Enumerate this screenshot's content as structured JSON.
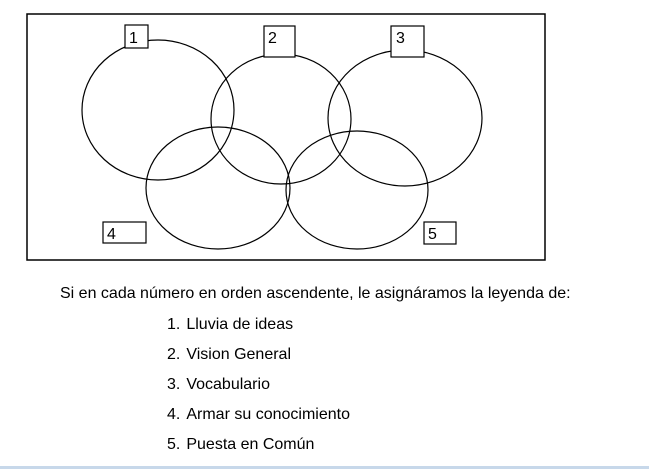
{
  "diagram": {
    "boxes": [
      {
        "number": "1",
        "name": "label-box-1"
      },
      {
        "number": "2",
        "name": "label-box-2"
      },
      {
        "number": "3",
        "name": "label-box-3"
      },
      {
        "number": "4",
        "name": "label-box-4"
      },
      {
        "number": "5",
        "name": "label-box-5"
      }
    ]
  },
  "intro": "Si en cada número en orden ascendente, le asignáramos la leyenda de:",
  "legend": [
    {
      "num": "1.",
      "text": "Lluvia de ideas"
    },
    {
      "num": "2.",
      "text": "Vision General"
    },
    {
      "num": "3.",
      "text": "Vocabulario"
    },
    {
      "num": "4.",
      "text": "Armar su conocimiento"
    },
    {
      "num": "5.",
      "text": "Puesta en Común"
    }
  ]
}
